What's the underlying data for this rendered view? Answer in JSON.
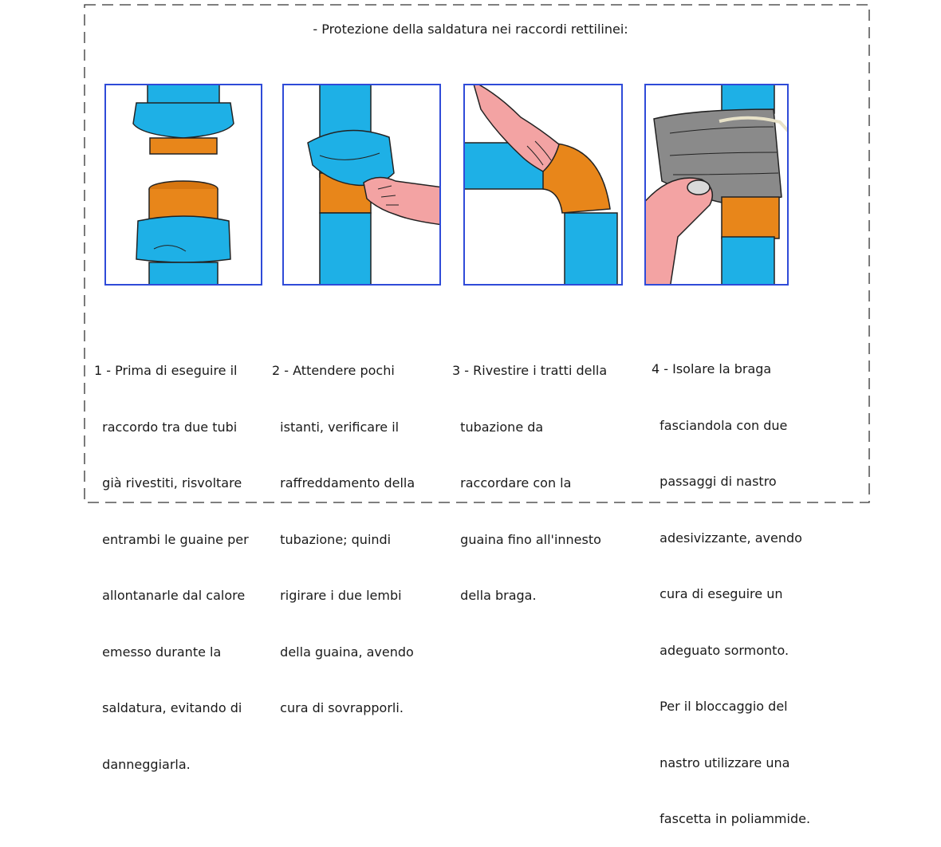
{
  "title": "- Protezione della saldatura nei raccordi rettilinei:",
  "steps": [
    {
      "lines": [
        "1 - Prima di eseguire il",
        "  raccordo tra due tubi",
        "  già rivestiti, risvoltare",
        "  entrambi le guaine per",
        "  allontanarle dal calore",
        "  emesso durante la",
        "  saldatura, evitando di",
        "  danneggiarla."
      ]
    },
    {
      "lines": [
        "2 - Attendere pochi",
        "  istanti, verificare il",
        "  raffreddamento della",
        "  tubazione; quindi",
        "  rigirare i due lembi",
        "  della guaina, avendo",
        "  cura di sovrapporli."
      ]
    },
    {
      "lines": [
        "3 - Rivestire i tratti della",
        "  tubazione da",
        "  raccordare con la",
        "  guaina fino all'innesto",
        "  della braga."
      ]
    },
    {
      "lines": [
        "4 - Isolare la braga",
        "  fasciandola con due",
        "  passaggi di nastro",
        "  adesivizzante, avendo",
        "  cura di eseguire un",
        "  adeguato sormonto.",
        "  Per il bloccaggio del",
        "  nastro utilizzare una",
        "  fascetta in poliammide."
      ]
    }
  ],
  "colors": {
    "pipe_blue": "#1eb0e6",
    "sleeve_orange": "#e8861a",
    "tape_gray": "#8a8a8a",
    "skin": "#f3a3a3",
    "panel_border": "#2f4bd8"
  }
}
